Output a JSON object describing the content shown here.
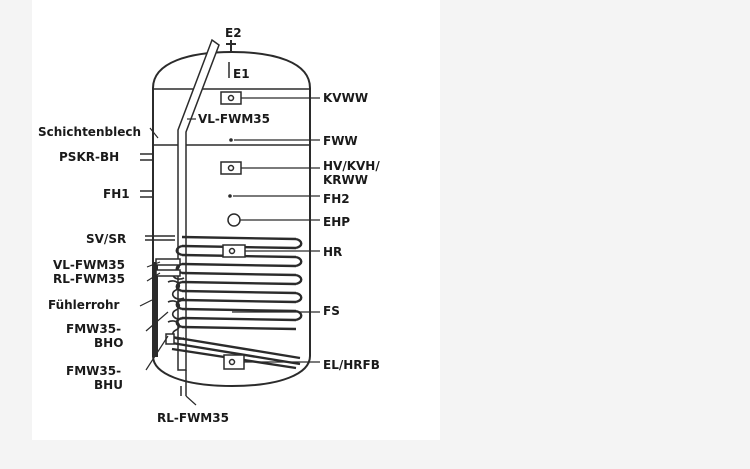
{
  "diagram": {
    "labels": {
      "e2": "E2",
      "e1": "E1",
      "kvww": "KVWW",
      "vl_fwm35_top": "VL-FWM35",
      "schichtenblech": "Schichtenblech",
      "fww": "FWW",
      "pskr_bh": "PSKR-BH",
      "hv_line1": "HV/KVH/",
      "hv_line2": "KRWW",
      "fh1": "FH1",
      "fh2": "FH2",
      "ehp": "EHP",
      "sv_sr": "SV/SR",
      "hr": "HR",
      "vl_fwm35_left": "VL-FWM35",
      "rl_fwm35_left": "RL-FWM35",
      "fuehlerrohr": "Fühlerrohr",
      "fs": "FS",
      "fmw35_bho_1": "FMW35-",
      "fmw35_bho_2": "BHO",
      "el_hrfb": "EL/HRFB",
      "fmw35_bhu_1": "FMW35-",
      "fmw35_bhu_2": "BHU",
      "rl_fwm35_bottom": "RL-FWM35"
    }
  }
}
